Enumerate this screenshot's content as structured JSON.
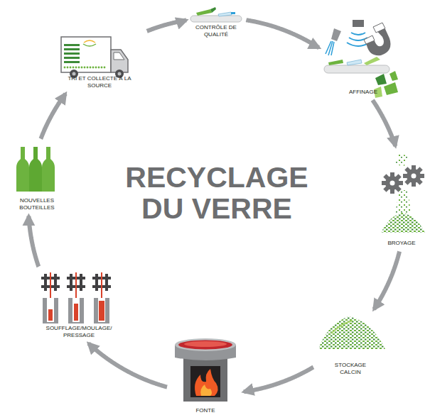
{
  "diagram": {
    "title": "RECYCLAGE DU VERRE",
    "nodes": [
      {
        "text": [
          "TRI ET COLLECTE À LA SOURCE"
        ]
      },
      {
        "text": [
          "CONTRÔLE DE QUALITÉ"
        ]
      },
      {
        "text": [
          "AFFINAGE"
        ]
      },
      {
        "text": [
          "BROYAGE"
        ]
      },
      {
        "text": [
          "STOCKAGE CALCIN"
        ]
      },
      {
        "text": [
          "FONTE"
        ]
      },
      {
        "text": [
          "SOUFFLAGE/MOULAGE/ PRESSAGE"
        ]
      },
      {
        "text": [
          "NOUVELLES BOUTEILLES"
        ]
      }
    ],
    "edges": [
      {
        "from": 0,
        "to": 1,
        "arrow": "to"
      },
      {
        "from": 1,
        "to": 2,
        "arrow": "to"
      },
      {
        "from": 2,
        "to": 3,
        "arrow": "to"
      },
      {
        "from": 3,
        "to": 4,
        "arrow": "to"
      },
      {
        "from": 4,
        "to": 5,
        "arrow": "to"
      },
      {
        "from": 5,
        "to": 6,
        "arrow": "to"
      },
      {
        "from": 6,
        "to": 7,
        "arrow": "to"
      },
      {
        "from": 7,
        "to": 0,
        "arrow": "to"
      }
    ]
  }
}
